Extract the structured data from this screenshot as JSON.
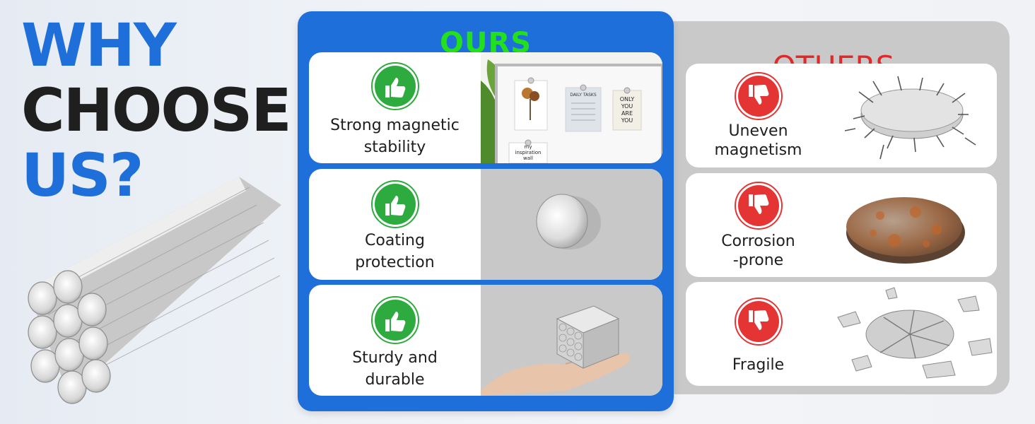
{
  "headline": {
    "line1": "WHY",
    "line2": "CHOOSE",
    "line3": "US?"
  },
  "ours": {
    "title": "OURS",
    "items": [
      {
        "label": "Strong magnetic\nstability",
        "icon": "thumbs-up-icon",
        "image": "whiteboard-photo",
        "image_text": {
          "tasks": "DAILY TASKS",
          "note": "ONLY\nYOU\nARE\nYOU",
          "inspiration": "my\ninspiration\nwall"
        }
      },
      {
        "label": "Coating\nprotection",
        "icon": "thumbs-up-icon",
        "image": "single-disc-magnet"
      },
      {
        "label": "Sturdy and\ndurable",
        "icon": "thumbs-up-icon",
        "image": "magnet-stack-in-hand"
      }
    ]
  },
  "others": {
    "title": "OTHERS",
    "items": [
      {
        "label": "Uneven\nmagnetism",
        "icon": "thumbs-down-icon",
        "image": "magnet-with-nails"
      },
      {
        "label": "Corrosion\n-prone",
        "icon": "thumbs-down-icon",
        "image": "rusty-disc"
      },
      {
        "label": "Fragile",
        "icon": "thumbs-down-icon",
        "image": "broken-magnet"
      }
    ]
  },
  "colors": {
    "brand_blue": "#1e6fd9",
    "ours_title": "#22e01c",
    "others_title": "#e02a2a",
    "thumbs_up": "#2eab3f",
    "thumbs_down": "#e53434",
    "others_panel": "#c9c9c9"
  }
}
